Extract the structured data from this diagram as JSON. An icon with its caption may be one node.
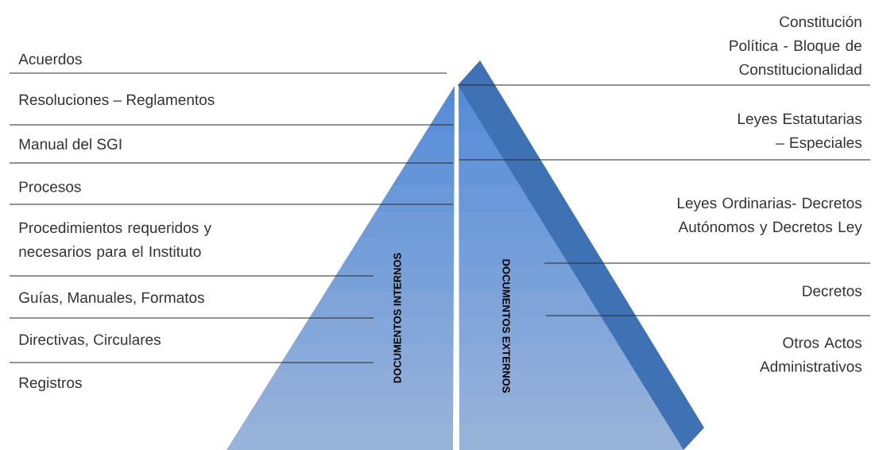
{
  "diagram": {
    "nodes": [
      {
        "text": [
          "DOCUMENTOS INTERNOS"
        ]
      },
      {
        "text": [
          "DOCUMENTOS EXTERNOS"
        ]
      }
    ],
    "labels": [
      "Acuerdos",
      "Resoluciones – Reglamentos",
      "Manual del SGI",
      "Procesos",
      "Procedimientos requeridos y necesarios para el Instituto",
      "Guías, Manuales, Formatos",
      "Directivas, Circulares",
      "Registros",
      "Constitución Política - Bloque de Constitucionalidad",
      "Leyes Estatutarias – Especiales",
      "Leyes Ordinarias- Decretos Autónomos y Decretos Ley",
      "Decretos",
      "Otros Actos Administrativos"
    ]
  }
}
